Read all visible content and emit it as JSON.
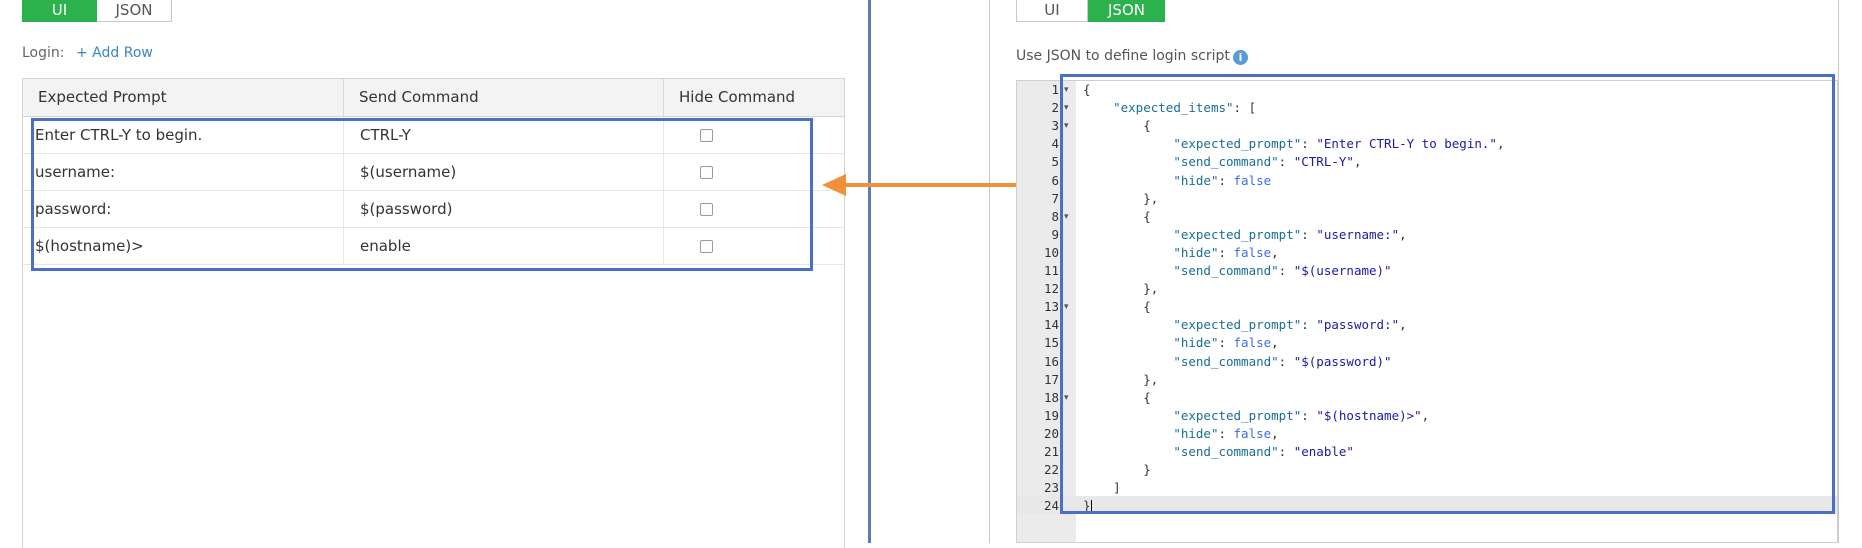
{
  "left_toggle": {
    "ui_label": "UI",
    "json_label": "JSON"
  },
  "right_toggle": {
    "ui_label": "UI",
    "json_label": "JSON"
  },
  "login": {
    "label": "Login:",
    "add_row_label": "+ Add Row"
  },
  "table": {
    "headers": [
      "Expected Prompt",
      "Send Command",
      "Hide Command"
    ],
    "rows": [
      {
        "prompt": "Enter CTRL-Y to begin.",
        "command": "CTRL-Y",
        "hide": false
      },
      {
        "prompt": "username:",
        "command": "$(username)",
        "hide": false
      },
      {
        "prompt": "password:",
        "command": "$(password)",
        "hide": false
      },
      {
        "prompt": "$(hostname)>",
        "command": "enable",
        "hide": false
      }
    ]
  },
  "json_panel": {
    "label": "Use JSON to define login script",
    "info_icon": "info-icon"
  },
  "editor": {
    "line_numbers": [
      "1",
      "2",
      "3",
      "4",
      "5",
      "6",
      "7",
      "8",
      "9",
      "10",
      "11",
      "12",
      "13",
      "14",
      "15",
      "16",
      "17",
      "18",
      "19",
      "20",
      "21",
      "22",
      "23",
      "24"
    ],
    "fold_lines": [
      1,
      2,
      3,
      8,
      13,
      18
    ],
    "lines": [
      [
        [
          "p",
          "{"
        ]
      ],
      [
        [
          "p",
          "    "
        ],
        [
          "k",
          "\"expected_items\""
        ],
        [
          "p",
          ": ["
        ]
      ],
      [
        [
          "p",
          "        {"
        ]
      ],
      [
        [
          "p",
          "            "
        ],
        [
          "k",
          "\"expected_prompt\""
        ],
        [
          "p",
          ": "
        ],
        [
          "s",
          "\"Enter CTRL-Y to begin.\""
        ],
        [
          "p",
          ","
        ]
      ],
      [
        [
          "p",
          "            "
        ],
        [
          "k",
          "\"send_command\""
        ],
        [
          "p",
          ": "
        ],
        [
          "s",
          "\"CTRL-Y\""
        ],
        [
          "p",
          ","
        ]
      ],
      [
        [
          "p",
          "            "
        ],
        [
          "k",
          "\"hide\""
        ],
        [
          "p",
          ": "
        ],
        [
          "b",
          "false"
        ]
      ],
      [
        [
          "p",
          "        },"
        ]
      ],
      [
        [
          "p",
          "        {"
        ]
      ],
      [
        [
          "p",
          "            "
        ],
        [
          "k",
          "\"expected_prompt\""
        ],
        [
          "p",
          ": "
        ],
        [
          "s",
          "\"username:\""
        ],
        [
          "p",
          ","
        ]
      ],
      [
        [
          "p",
          "            "
        ],
        [
          "k",
          "\"hide\""
        ],
        [
          "p",
          ": "
        ],
        [
          "b",
          "false"
        ],
        [
          "p",
          ","
        ]
      ],
      [
        [
          "p",
          "            "
        ],
        [
          "k",
          "\"send_command\""
        ],
        [
          "p",
          ": "
        ],
        [
          "s",
          "\"$(username)\""
        ]
      ],
      [
        [
          "p",
          "        },"
        ]
      ],
      [
        [
          "p",
          "        {"
        ]
      ],
      [
        [
          "p",
          "            "
        ],
        [
          "k",
          "\"expected_prompt\""
        ],
        [
          "p",
          ": "
        ],
        [
          "s",
          "\"password:\""
        ],
        [
          "p",
          ","
        ]
      ],
      [
        [
          "p",
          "            "
        ],
        [
          "k",
          "\"hide\""
        ],
        [
          "p",
          ": "
        ],
        [
          "b",
          "false"
        ],
        [
          "p",
          ","
        ]
      ],
      [
        [
          "p",
          "            "
        ],
        [
          "k",
          "\"send_command\""
        ],
        [
          "p",
          ": "
        ],
        [
          "s",
          "\"$(password)\""
        ]
      ],
      [
        [
          "p",
          "        },"
        ]
      ],
      [
        [
          "p",
          "        {"
        ]
      ],
      [
        [
          "p",
          "            "
        ],
        [
          "k",
          "\"expected_prompt\""
        ],
        [
          "p",
          ": "
        ],
        [
          "s",
          "\"$(hostname)>\""
        ],
        [
          "p",
          ","
        ]
      ],
      [
        [
          "p",
          "            "
        ],
        [
          "k",
          "\"hide\""
        ],
        [
          "p",
          ": "
        ],
        [
          "b",
          "false"
        ],
        [
          "p",
          ","
        ]
      ],
      [
        [
          "p",
          "            "
        ],
        [
          "k",
          "\"send_command\""
        ],
        [
          "p",
          ": "
        ],
        [
          "s",
          "\"enable\""
        ]
      ],
      [
        [
          "p",
          "        }"
        ]
      ],
      [
        [
          "p",
          "    ]"
        ]
      ],
      [
        [
          "p",
          "}"
        ]
      ]
    ]
  },
  "colors": {
    "accent_green": "#2bb24c",
    "highlight_blue": "#4b6fc4",
    "arrow_orange": "#f0913a"
  }
}
